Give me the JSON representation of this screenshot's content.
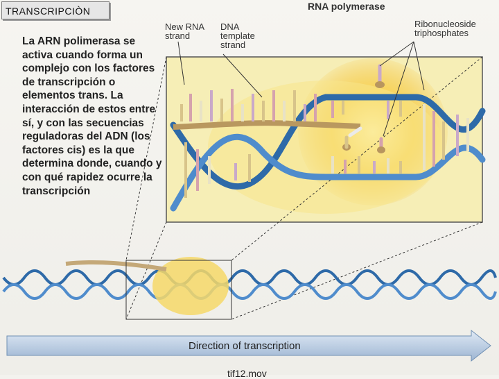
{
  "title": "TRANSCRIPCIÒN",
  "body_text": "La ARN polimerasa se activa cuando forma un complejo con los factores de transcripción o elementos trans. La interacción de estos entre sí, y con las secuencias reguladoras del ADN (los factores cis) es la que determina donde, cuando y con qué rapidez ocurre la transcripción",
  "labels": {
    "rna_polymerase": "RNA polymerase",
    "new_rna_strand": "New RNA\nstrand",
    "dna_template_strand": "DNA\ntemplate\nstrand",
    "ribonucleoside": "Ribonucleoside\ntriphosphates"
  },
  "arrow_label": "Direction of transcription",
  "footer": "tif12.mov",
  "colors": {
    "dna_strand": "#3f7fc0",
    "rna_strand": "#c4a878",
    "polymerase": "#f3c23a",
    "panel_bg": "#f7f0b8"
  }
}
